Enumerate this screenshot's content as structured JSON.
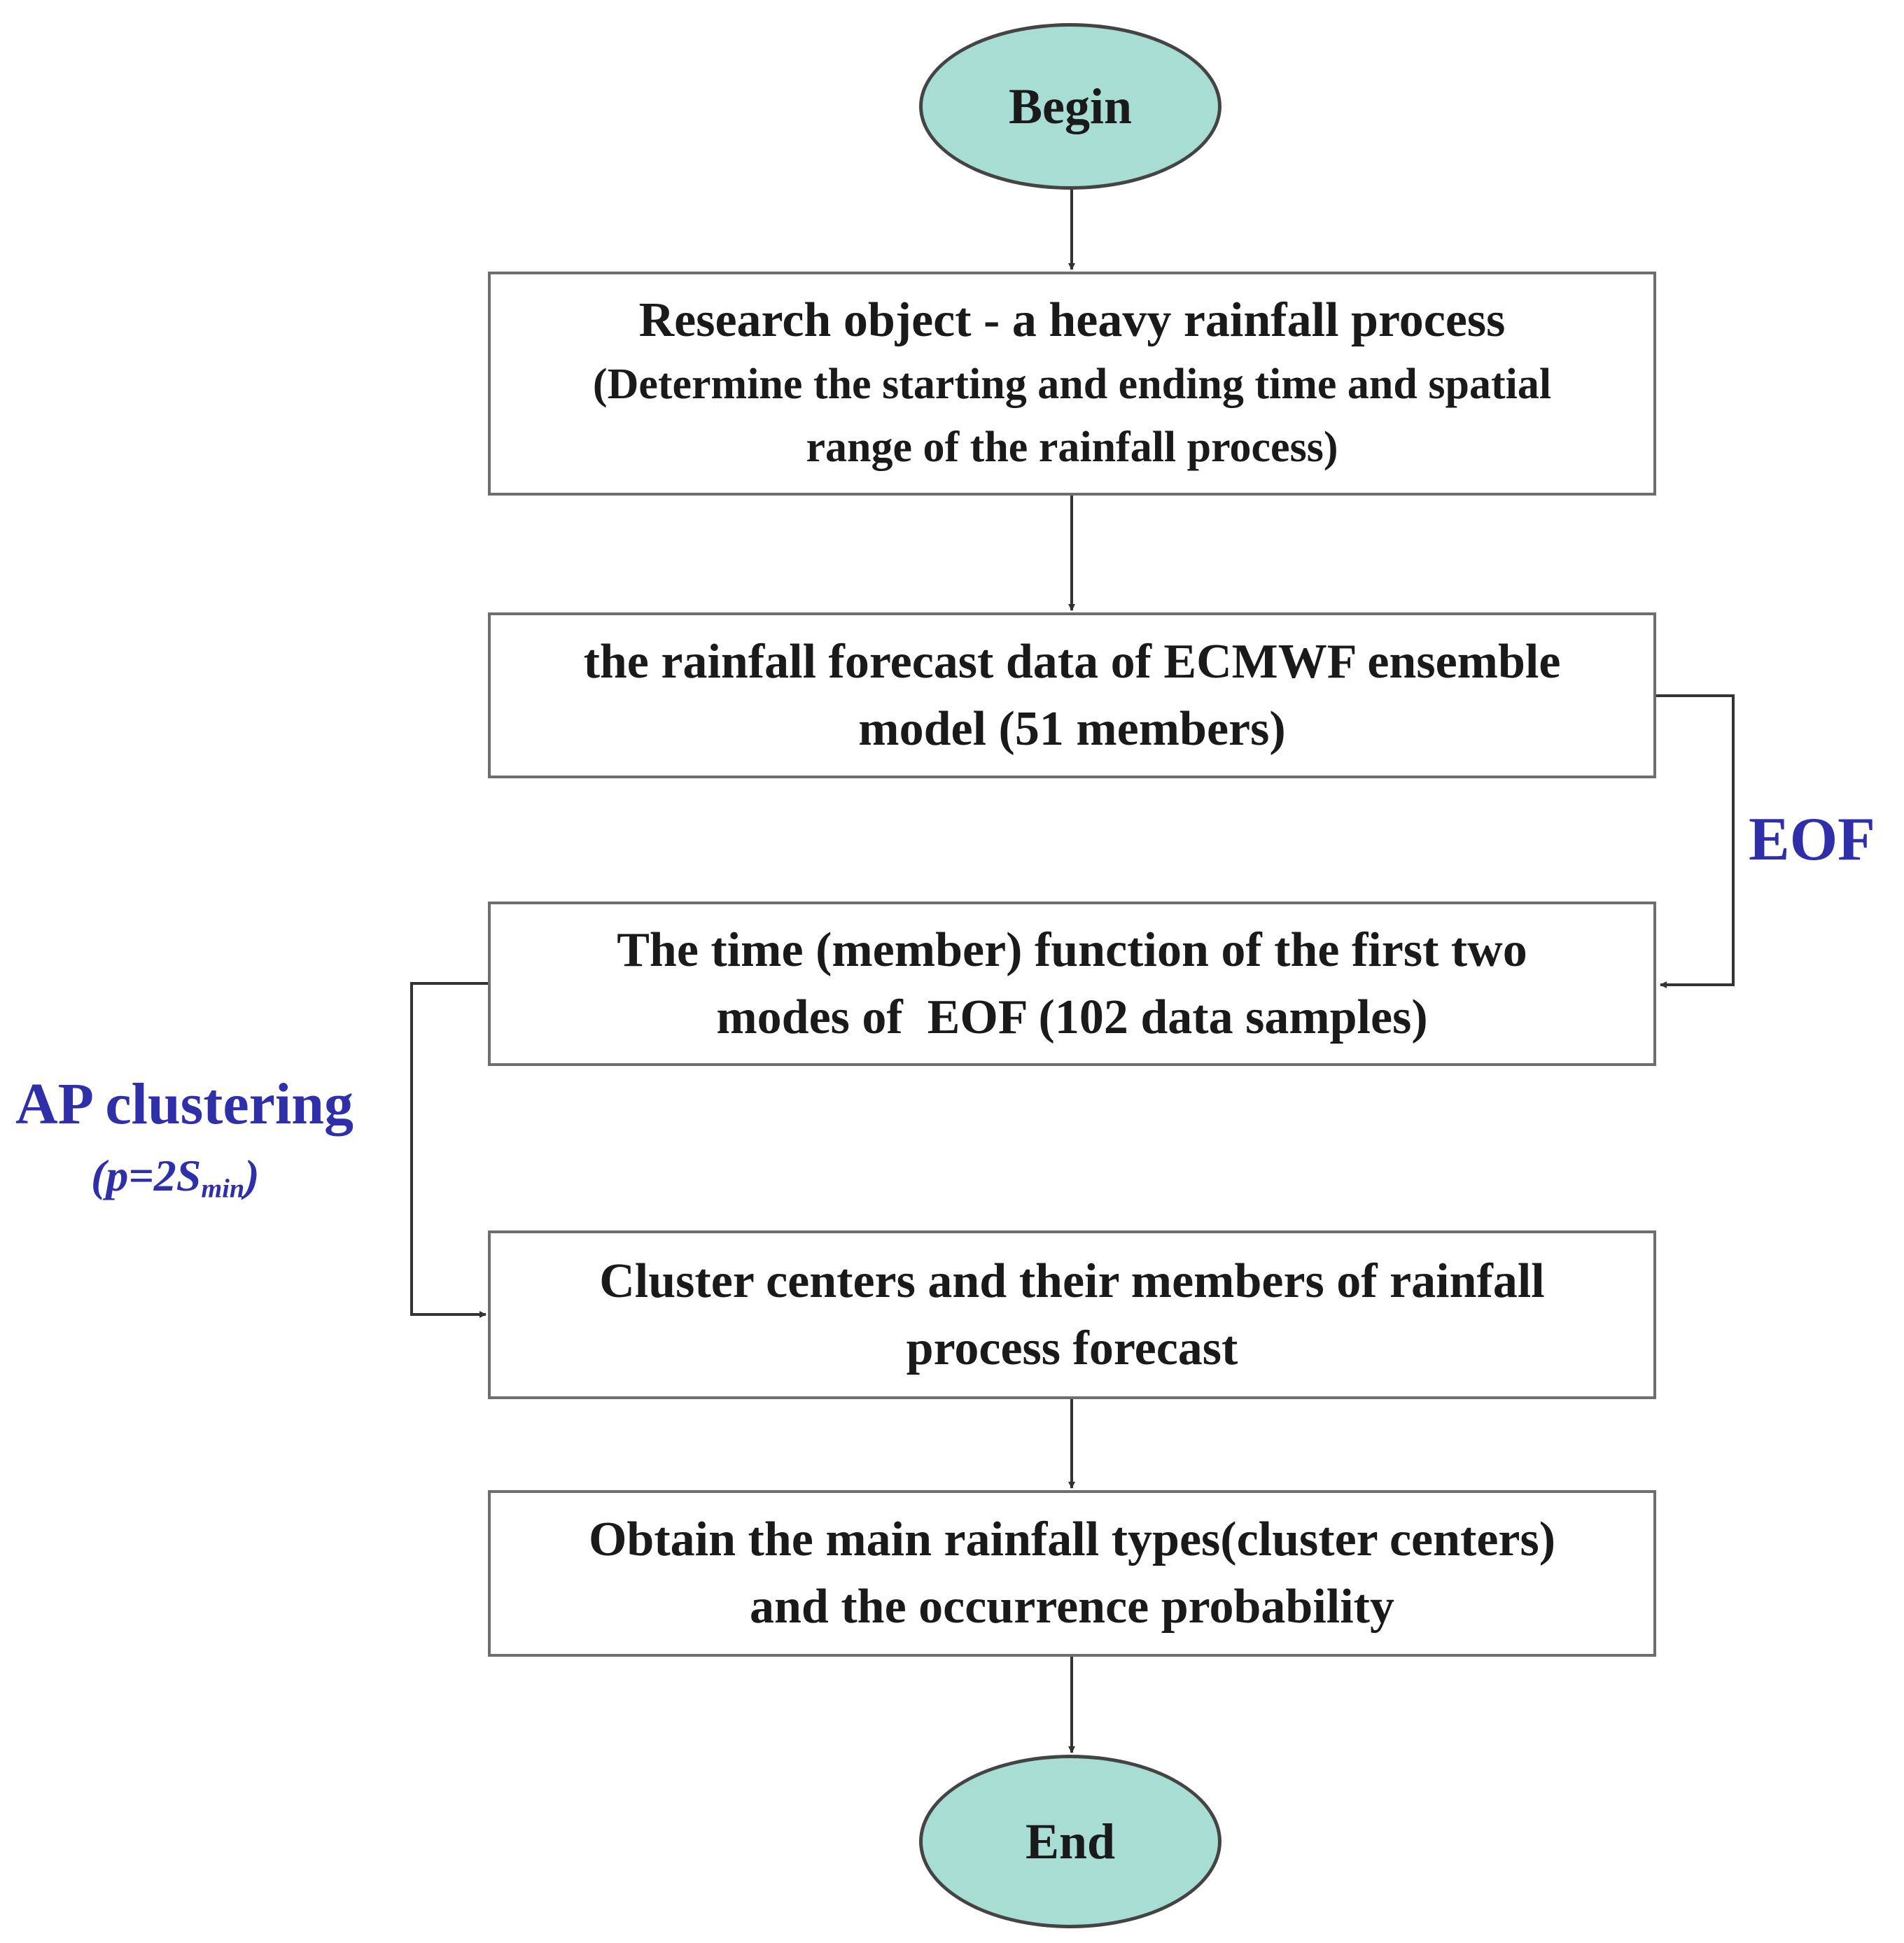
{
  "colors": {
    "terminal_fill": "#a7ddd2",
    "terminal_border": "#444444",
    "box_border": "#6e6e6e",
    "connector": "#333333",
    "label_blue": "#2f2faa"
  },
  "begin": {
    "text": "Begin"
  },
  "end": {
    "text": "End"
  },
  "steps": [
    {
      "lines": [
        "Research object - a heavy rainfall process",
        "(Determine the starting and ending time and spatial",
        "range of the rainfall process)"
      ]
    },
    {
      "lines": [
        "the rainfall forecast data of ECMWF ensemble",
        "model (51 members)"
      ]
    },
    {
      "lines": [
        "The time (member) function of the first two",
        "modes of  EOF (102 data samples)"
      ]
    },
    {
      "lines": [
        "Cluster centers and their members of rainfall",
        "process forecast"
      ]
    },
    {
      "lines": [
        "Obtain the main rainfall types(cluster centers)",
        "and the occurrence probability"
      ]
    }
  ],
  "labels": {
    "eof": "EOF",
    "ap_clustering": "AP clustering",
    "ap_param_prefix": "(p=2S",
    "ap_param_sub": "min",
    "ap_param_suffix": ")"
  }
}
